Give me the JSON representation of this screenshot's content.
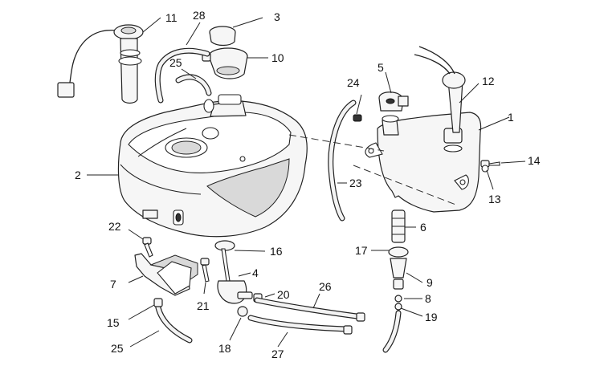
{
  "callouts": [
    {
      "id": "c1",
      "text": "1"
    },
    {
      "id": "c2",
      "text": "2"
    },
    {
      "id": "c3",
      "text": "3"
    },
    {
      "id": "c4",
      "text": "4"
    },
    {
      "id": "c5",
      "text": "5"
    },
    {
      "id": "c6",
      "text": "6"
    },
    {
      "id": "c7",
      "text": "7"
    },
    {
      "id": "c8",
      "text": "8"
    },
    {
      "id": "c9",
      "text": "9"
    },
    {
      "id": "c10",
      "text": "10"
    },
    {
      "id": "c11",
      "text": "11"
    },
    {
      "id": "c12",
      "text": "12"
    },
    {
      "id": "c13",
      "text": "13"
    },
    {
      "id": "c14",
      "text": "14"
    },
    {
      "id": "c15",
      "text": "15"
    },
    {
      "id": "c16",
      "text": "16"
    },
    {
      "id": "c17",
      "text": "17"
    },
    {
      "id": "c18",
      "text": "18"
    },
    {
      "id": "c19",
      "text": "19"
    },
    {
      "id": "c20",
      "text": "20"
    },
    {
      "id": "c21",
      "text": "21"
    },
    {
      "id": "c22",
      "text": "22"
    },
    {
      "id": "c23",
      "text": "23"
    },
    {
      "id": "c24",
      "text": "24"
    },
    {
      "id": "c25a",
      "text": "25"
    },
    {
      "id": "c25b",
      "text": "25"
    },
    {
      "id": "c26",
      "text": "26"
    },
    {
      "id": "c27",
      "text": "27"
    },
    {
      "id": "c28",
      "text": "28"
    }
  ]
}
